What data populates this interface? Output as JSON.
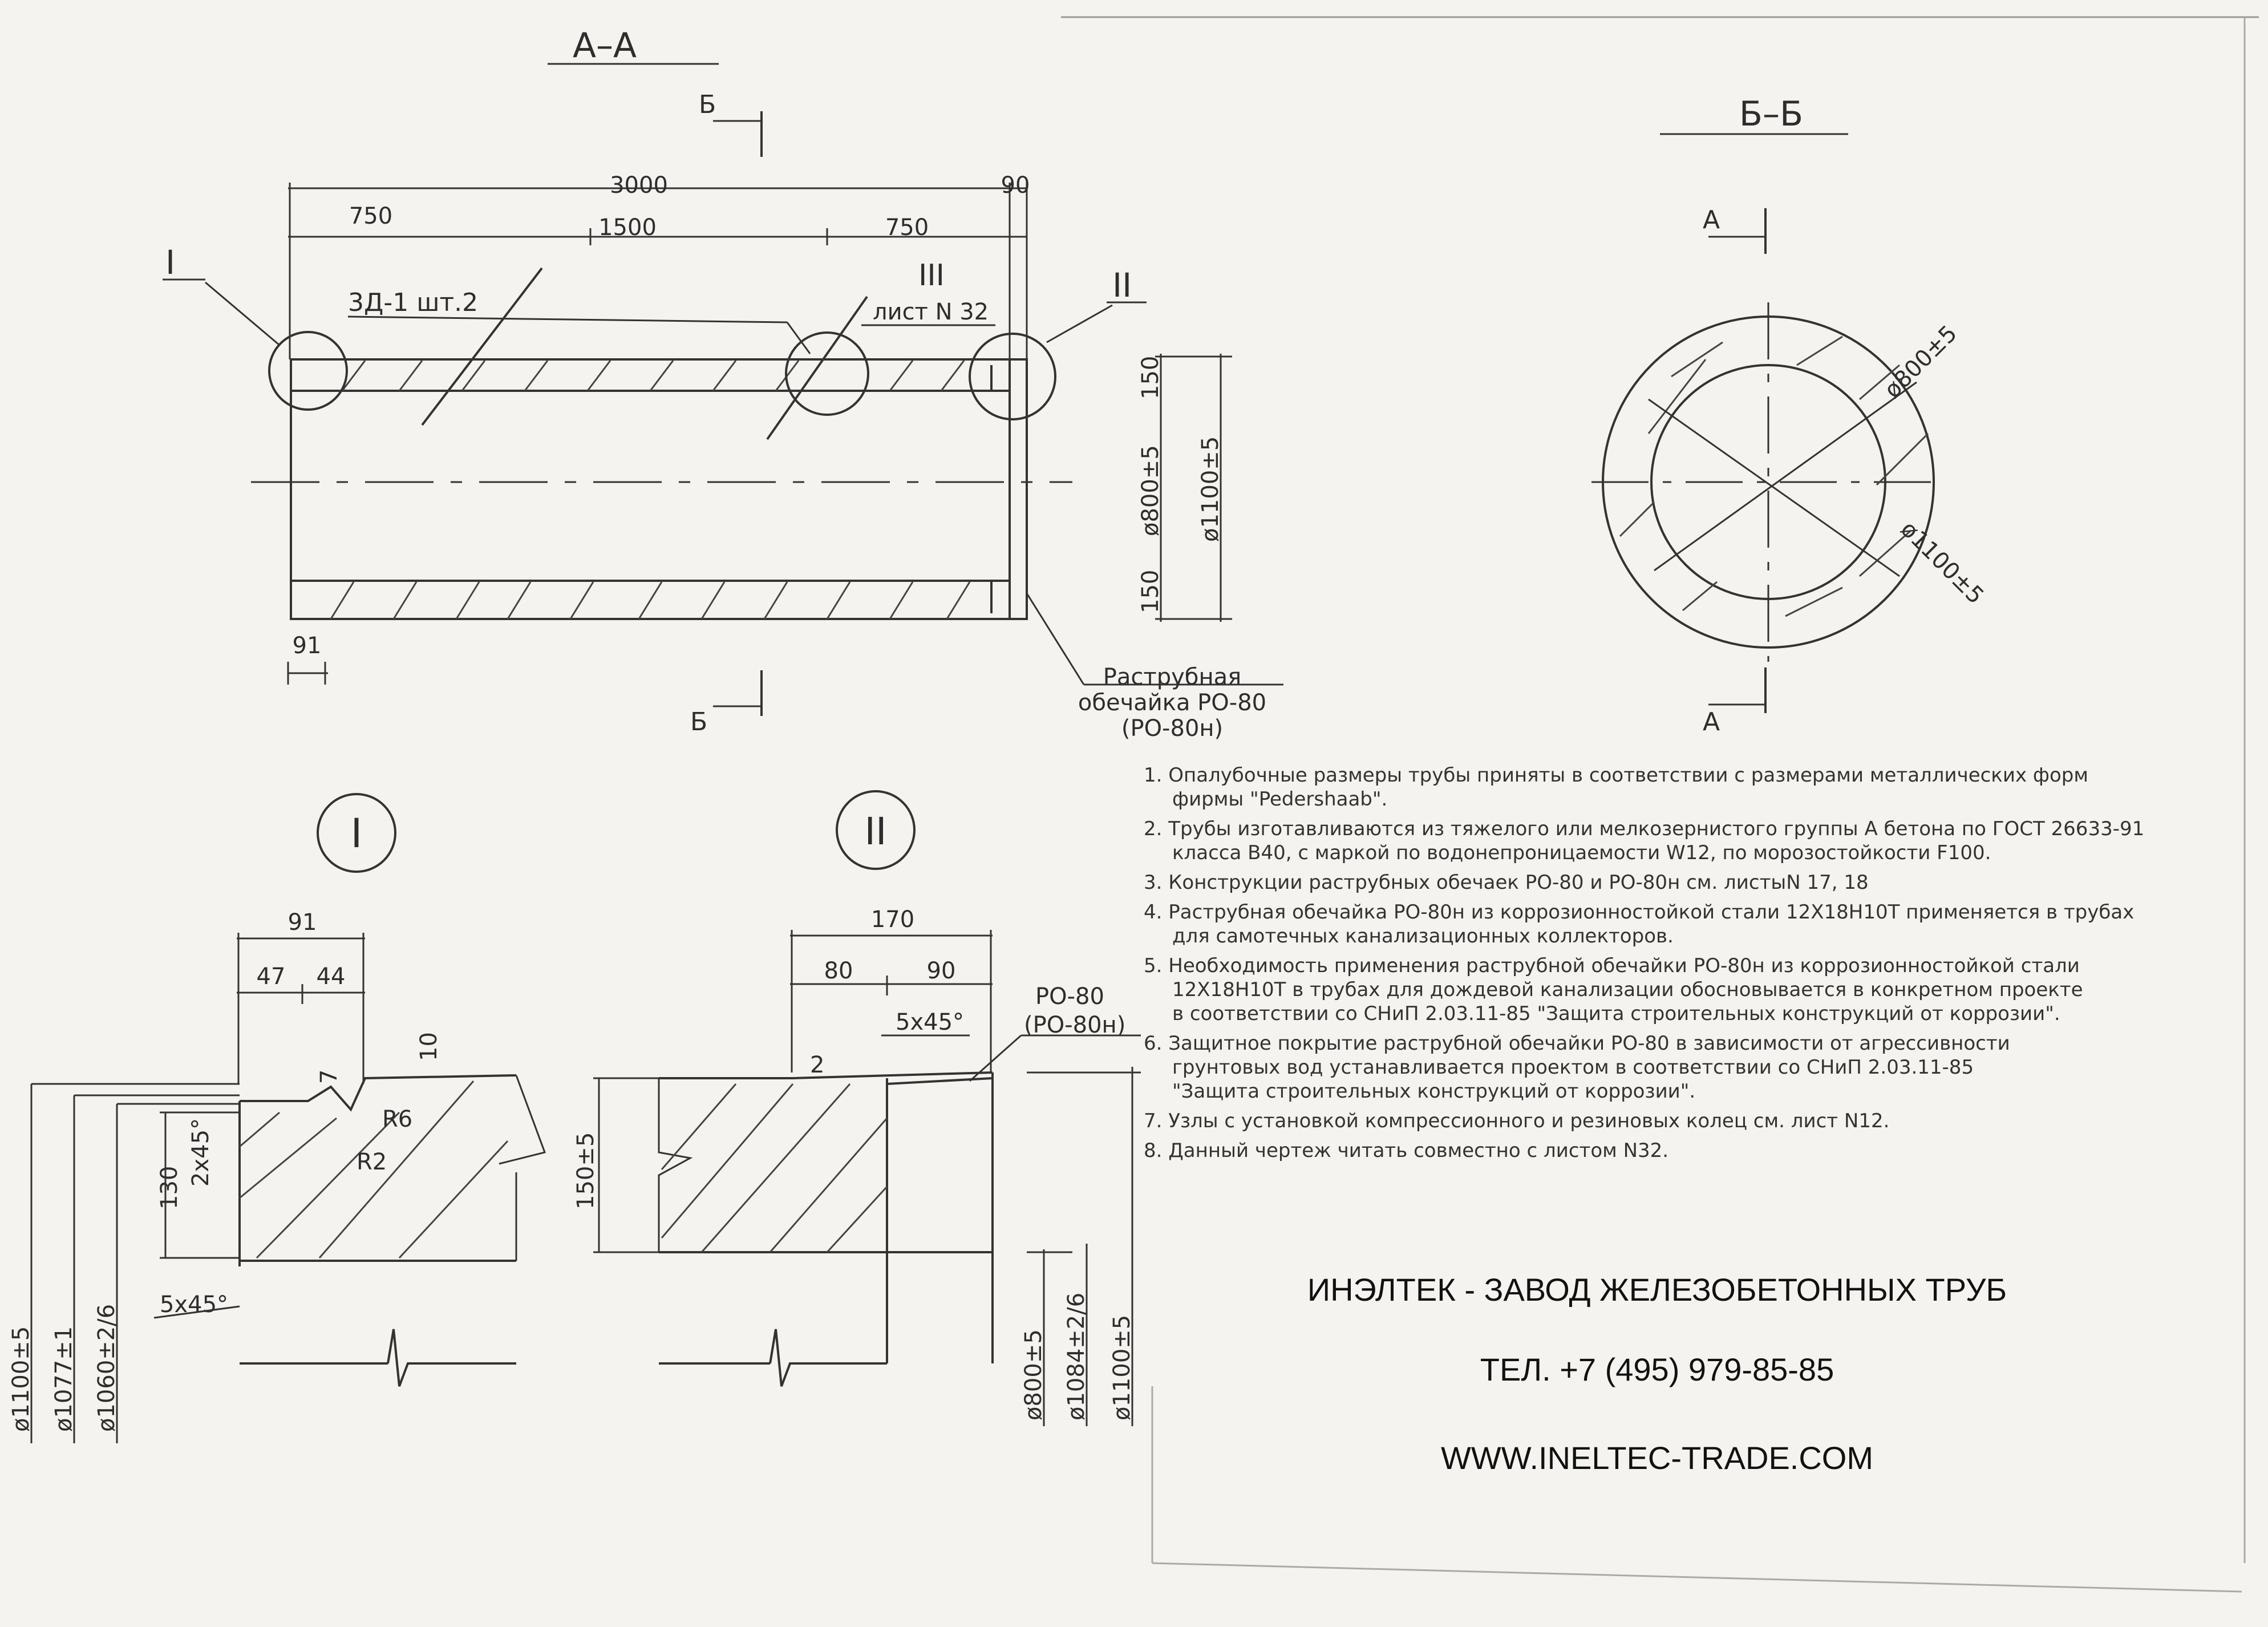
{
  "section_aa": {
    "title": "А–А",
    "cut_marks": [
      "Б",
      "Б"
    ],
    "dims": {
      "total_length": "3000",
      "end_gap": "90",
      "left_part": "750",
      "middle_part": "1500",
      "right_part": "750",
      "bottom_offset": "91",
      "wall_top": "150",
      "wall_bottom": "150",
      "inner_diameter": "ø800±5",
      "outer_diameter": "ø1100±5"
    },
    "callouts": {
      "node_i": "I",
      "node_ii": "II",
      "node_iii": "III",
      "node_iii_ref": "лист N 32",
      "embedded_part": "3Д-1  шт.2"
    },
    "bell_label": [
      "Раструбная",
      "обечайка РО-80",
      "(РО-80н)"
    ]
  },
  "section_bb": {
    "title": "Б–Б",
    "cut_marks": [
      "А",
      "А"
    ],
    "inner_diameter": "ø800±5",
    "outer_diameter": "ø1100±5"
  },
  "detail_i": {
    "title": "I",
    "dims": {
      "width": "91",
      "w1": "47",
      "w2": "44",
      "chamfer_top": "2x45°",
      "chamfer_bottom": "5x45°",
      "height": "130",
      "r6": "R6",
      "r2": "R2",
      "small7": "7",
      "small10": "10",
      "d1": "ø1100±5",
      "d2": "ø1077±1",
      "d3": "ø1060±2/6"
    }
  },
  "detail_ii": {
    "title": "II",
    "dims": {
      "width": "170",
      "w1": "80",
      "w2": "90",
      "chamfer": "5x45°",
      "small2": "2",
      "height": "150±5",
      "ring": "РО-80",
      "ring_alt": "(РО-80н)",
      "d1": "ø800±5",
      "d2": "ø1084±2/6",
      "d3": "ø1100±5"
    }
  },
  "notes": [
    "1. Опалубочные размеры трубы приняты в соответствии с размерами металлических форм",
    "фирмы \"Pedershaab\".",
    "2. Трубы изготавливаются из тяжелого или мелкозернистого группы А бетона по ГОСТ 26633-91",
    "класса В40, с маркой по водонепроницаемости W12, по морозостойкости F100.",
    "3. Конструкции раструбных обечаек РО-80 и РО-80н см. листыN 17, 18",
    "4. Раструбная обечайка РО-80н из коррозионностойкой стали 12Х18Н10Т применяется в трубах",
    "для самотечных канализационных коллекторов.",
    "5. Необходимость применения раструбной обечайки РО-80н из коррозионностойкой стали",
    "12Х18Н10Т в трубах для дождевой канализации обосновывается в конкретном проекте",
    "в соответствии со СНиП 2.03.11-85 \"Защита строительных конструкций от коррозии\".",
    "6. Защитное покрытие раструбной обечайки РО-80 в зависимости от агрессивности",
    "грунтовых вод устанавливается проектом в соответствии со СНиП 2.03.11-85",
    "\"Защита строительных конструкций от коррозии\".",
    "7. Узлы с установкой компрессионного и резиновых колец см. лист N12.",
    "8. Данный чертеж читать совместно с листом  N32."
  ],
  "banner": {
    "company": "ИНЭЛТЕК - ЗАВОД ЖЕЛЕЗОБЕТОННЫХ ТРУБ",
    "phone": "ТЕЛ. +7 (495) 979-85-85",
    "website": "WWW.INELTEC-TRADE.COM"
  }
}
